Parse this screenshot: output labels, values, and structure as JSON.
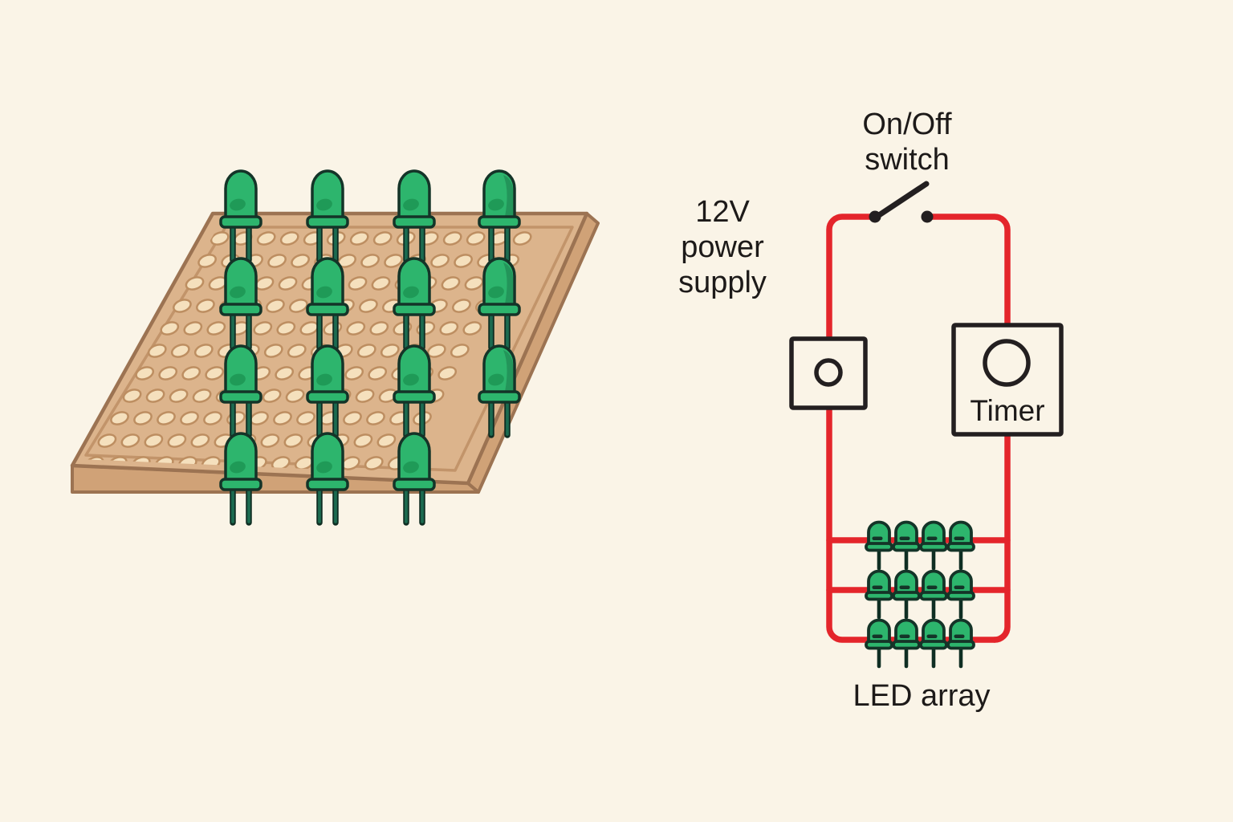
{
  "labels": {
    "power_supply": "12V power supply",
    "switch_label": "On/Off switch",
    "timer": "Timer",
    "led_array": "LED array"
  },
  "board": {
    "led_rows": 4,
    "led_cols": 4,
    "missing_leds": [
      [
        3,
        3
      ]
    ],
    "led_count": 15
  },
  "led_array_grid": {
    "rows": 3,
    "cols": 4,
    "led_count": 12
  },
  "icons": {
    "switch_icon": "spst-toggle-switch",
    "power_supply_icon": "circle-in-square",
    "timer_icon": "circle-in-square"
  },
  "colors": {
    "background": "#faf4e7",
    "wire_red": "#e4252b",
    "outline_black": "#231f20",
    "led_green": "#2db56d",
    "led_dot_green": "#1f9a57",
    "led_outline": "#143428",
    "led_leg": "#1c6b50",
    "led_leg_dark": "#0f2e23",
    "board_top": "#dcb48c",
    "board_side": "#d0a277",
    "board_outline": "#9c7352",
    "board_inset_line": "#c2946a",
    "hole_fill": "#f5e0bd",
    "hole_stroke": "#bd8e61",
    "text": "#1d1a19"
  }
}
